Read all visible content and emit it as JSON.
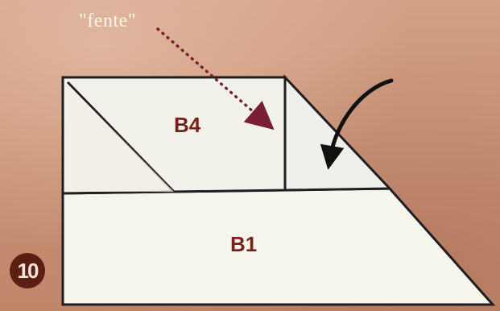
{
  "caption": "\"fente\"",
  "step": "10",
  "labels": {
    "top_part": "B4",
    "bottom_part": "B1"
  },
  "colors": {
    "background": "#c99377",
    "paper": "#f6f5ec",
    "outline": "#1f1d22",
    "label_text": "#7a1f1a",
    "dotted_arrow": "#7a1f33",
    "curved_arrow": "#111111",
    "step_badge": "#5a1f12"
  }
}
